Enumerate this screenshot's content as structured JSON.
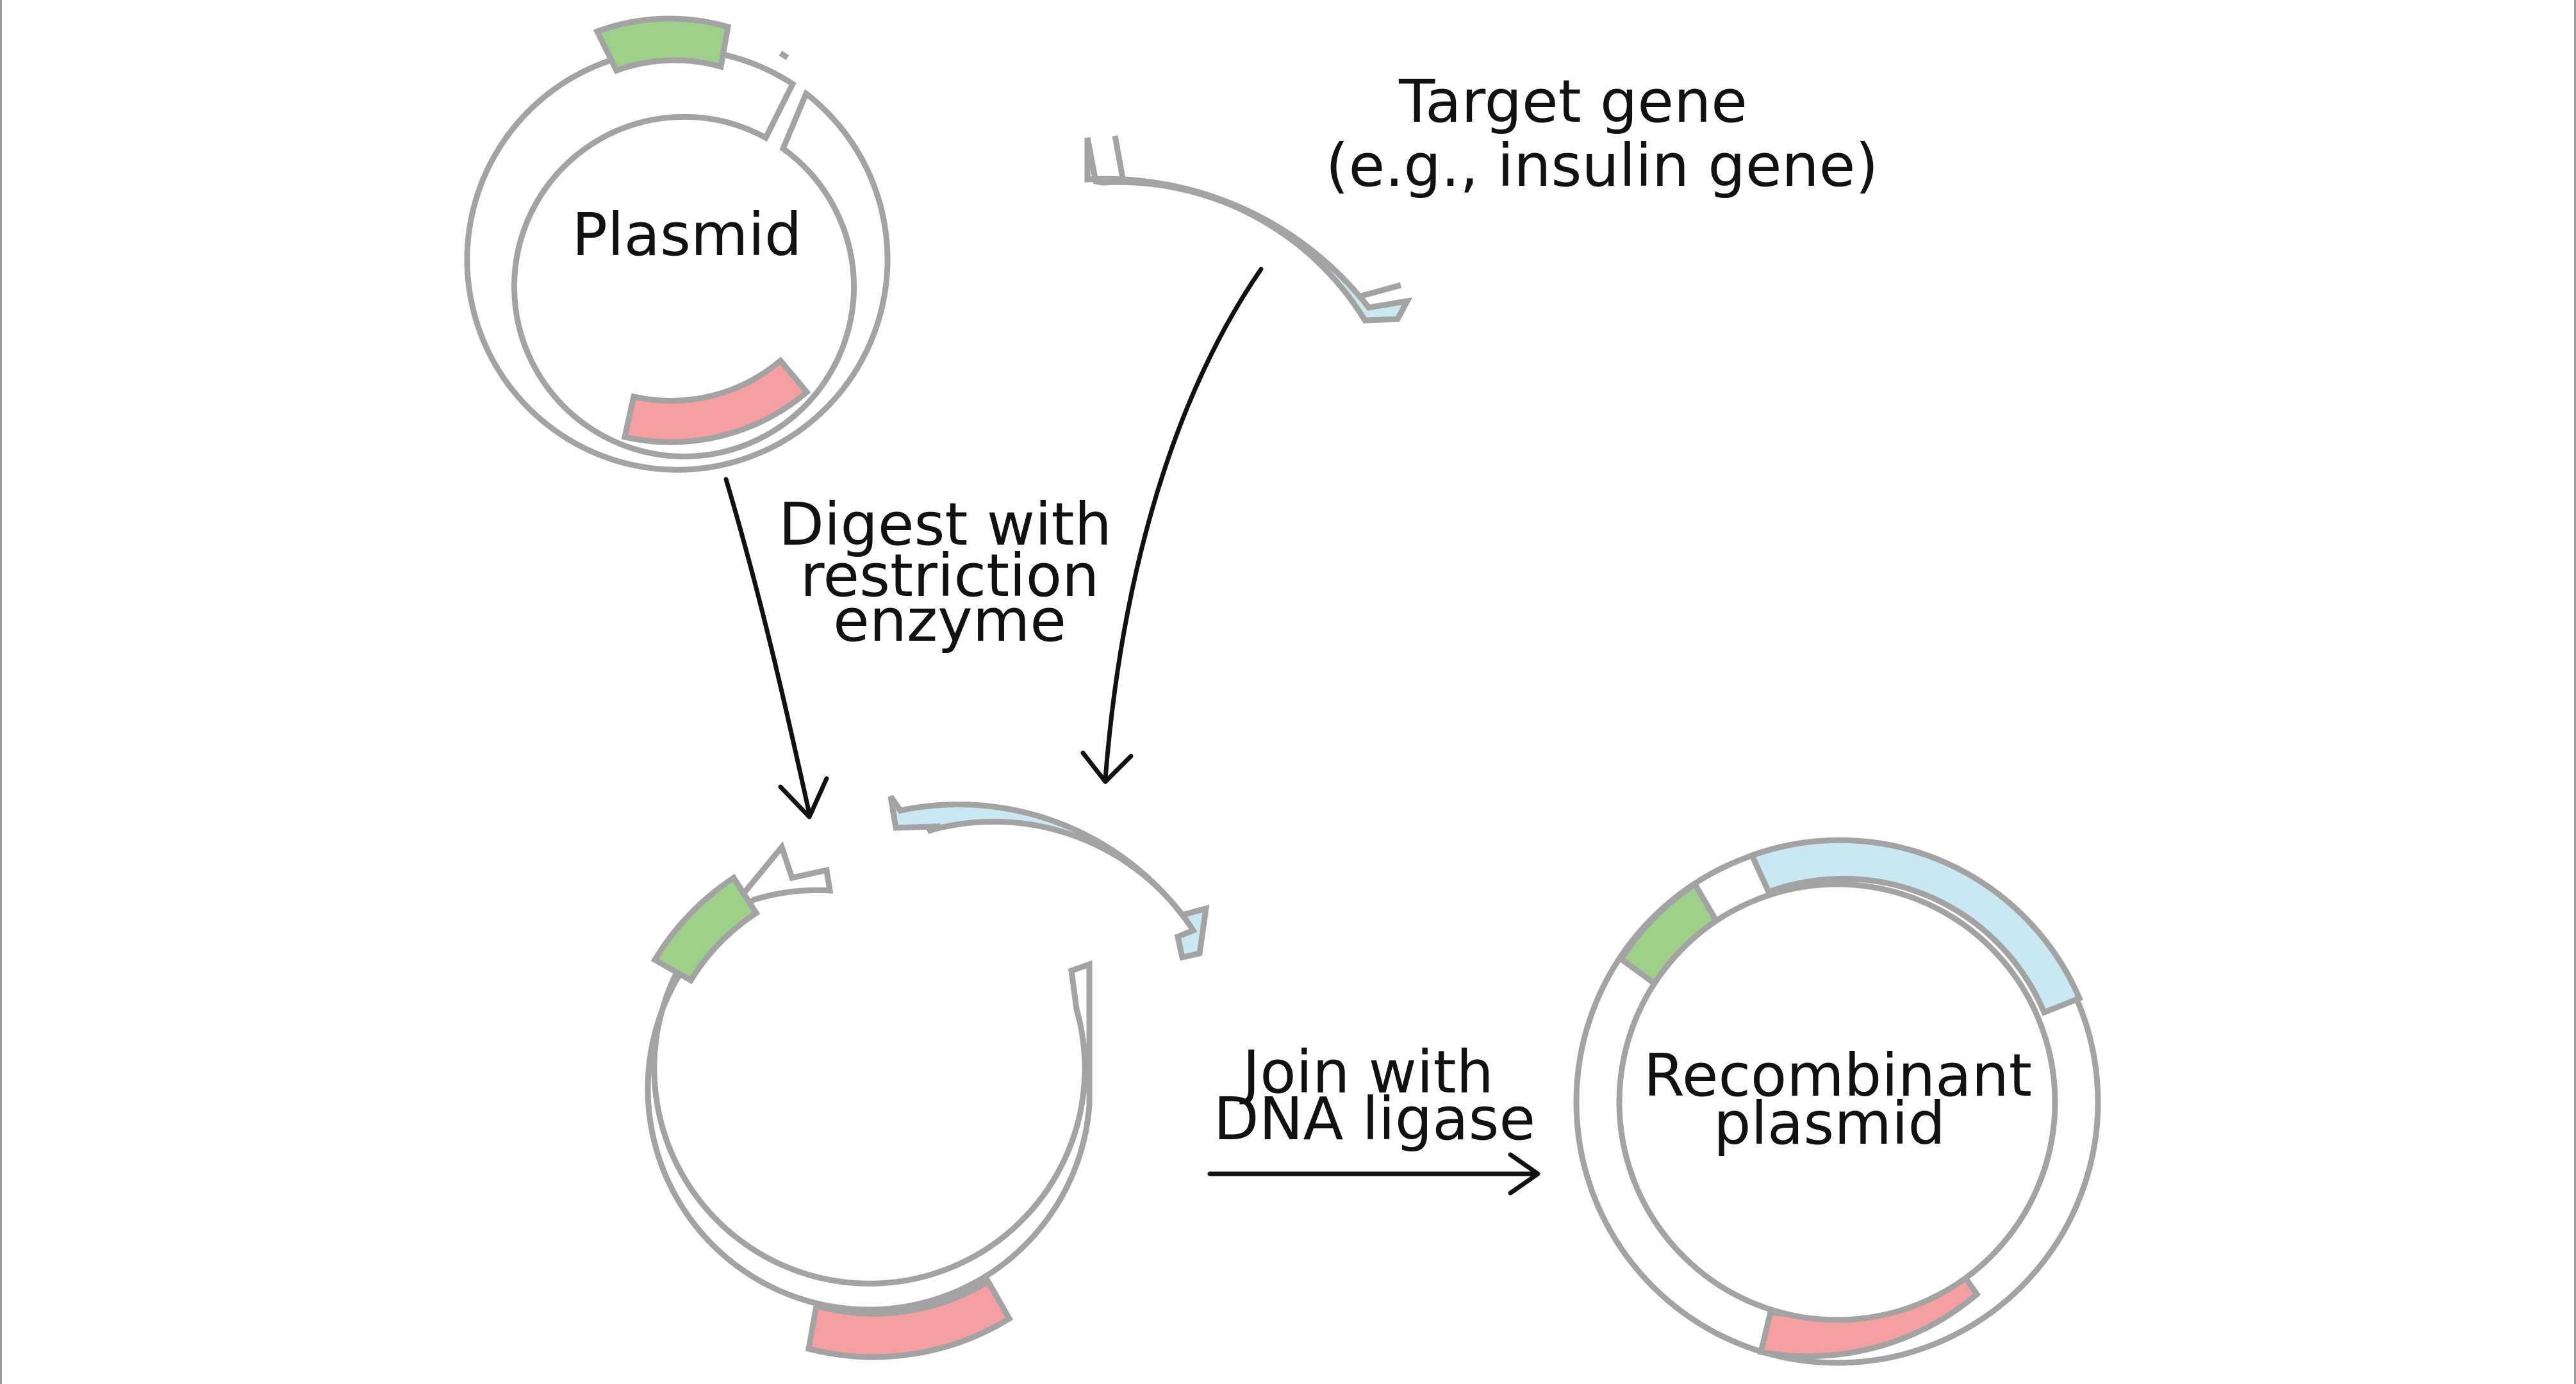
{
  "labels": {
    "plasmid": "Plasmid",
    "target_gene_line1": "Target gene",
    "target_gene_line2": "(e.g., insulin gene)",
    "digest_line1": "Digest with",
    "digest_line2": "restriction",
    "digest_line3": "enzyme",
    "join_line1": "Join with",
    "join_line2": "DNA ligase",
    "recombinant_line1": "Recombinant",
    "recombinant_line2": "plasmid"
  },
  "colors": {
    "green_segment": "#9fd08a",
    "red_segment": "#f4a0a3",
    "blue_insert": "#c9e8f2",
    "outline": "#a3a3a3",
    "arrow": "#111111"
  }
}
